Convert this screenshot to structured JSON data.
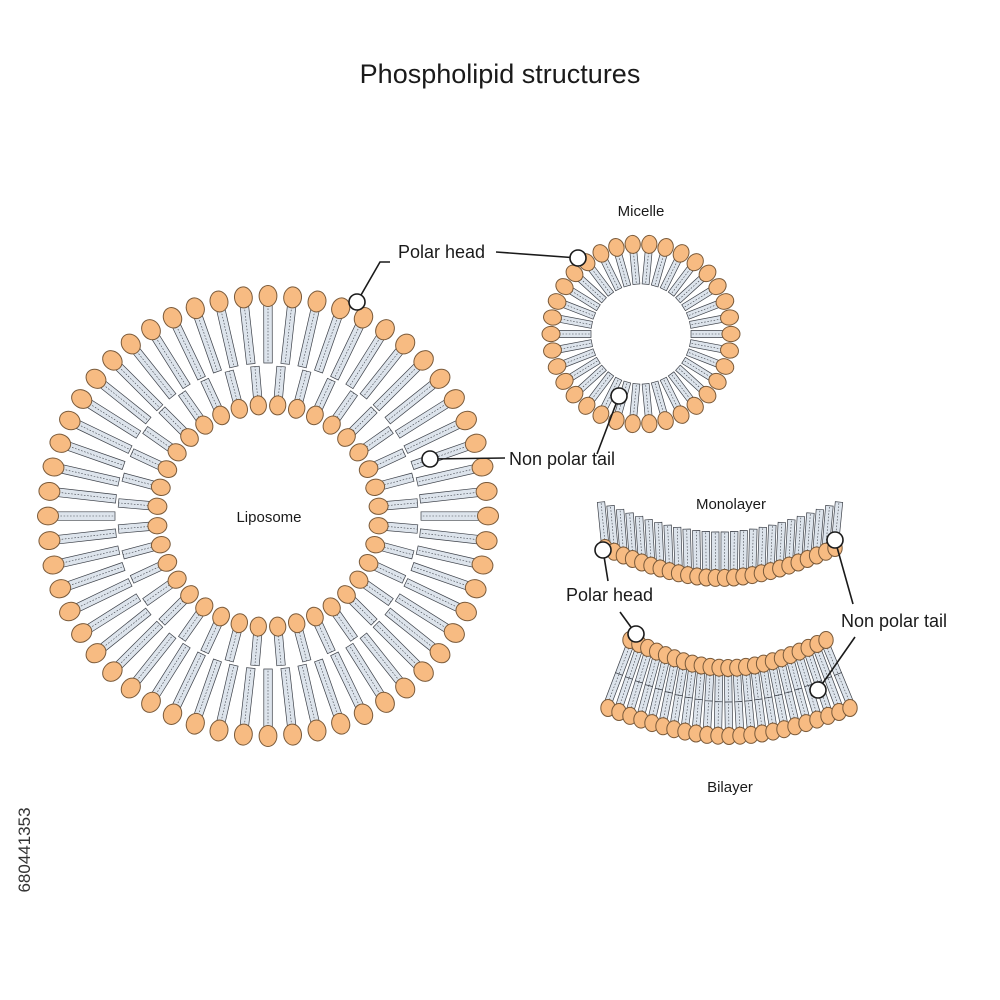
{
  "title": "Phospholipid structures",
  "liposome": {
    "label": "Liposome",
    "callout_head": "Polar head",
    "callout_tail": "Non polar tail"
  },
  "micelle": {
    "label": "Micelle"
  },
  "monolayer": {
    "label": "Monolayer"
  },
  "bilayer": {
    "label": "Bilayer"
  },
  "layer_callouts": {
    "head": "Polar head",
    "tail": "Non polar tail"
  },
  "stock_id": "680441353",
  "colors": {
    "head_fill": "#F7BB82",
    "head_stroke": "#7A5A3A",
    "tail_fill": "#DDE4EC",
    "tail_stroke": "#3C4048",
    "marker_fill": "#ffffff",
    "line": "#1a1a1a"
  }
}
